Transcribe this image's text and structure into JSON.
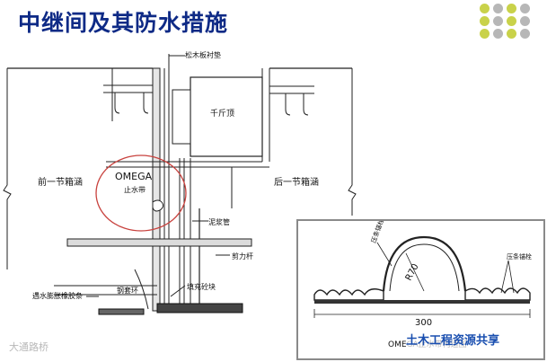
{
  "title": "中继间及其防水措施",
  "decor_dot_colors": [
    "#c9d24a",
    "#b7b7b7",
    "#c9d24a",
    "#b7b7b7",
    "#c9d24a",
    "#b7b7b7",
    "#c9d24a",
    "#b7b7b7",
    "#c9d24a",
    "#b7b7b7",
    "#c9d24a",
    "#b7b7b7"
  ],
  "labels": {
    "pine_board": "松木板衬垫",
    "jack": "千斤顶",
    "front_box": "前一节箱涵",
    "rear_box": "后一节箱涵",
    "omega": "OMEGA",
    "waterstop": "止水带",
    "grout_pipe": "泥浆管",
    "tie_rod": "剪力杆",
    "steel_ring": "钢套环",
    "swell_strip": "遇水膨胀橡胶条",
    "fill_concrete": "填充砼块",
    "r70": "R70",
    "dim_300": "300",
    "anchor_left": "压条锚栓",
    "anchor_right": "压条锚栓",
    "omega_caption": "OMEGA止水带构造图"
  },
  "watermarks": {
    "left": "大通路桥",
    "right": "土木工程资源共享"
  }
}
